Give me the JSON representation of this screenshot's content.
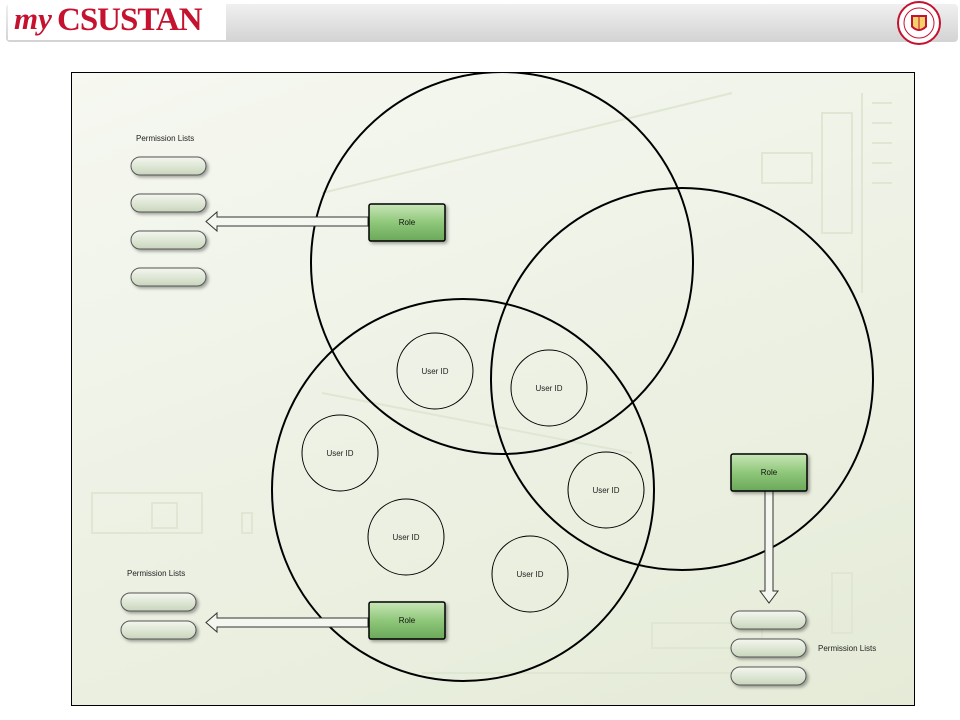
{
  "header": {
    "logo_prefix": "my",
    "logo_main": "CSUSTAN",
    "seal_icon": "university-seal-icon",
    "accent_color": "#c4122f"
  },
  "diagram": {
    "permission_lists_label": "Permission Lists",
    "role_label": "Role",
    "user_id_label": "User ID",
    "role_fill": "#8fc77a",
    "pill_fill": "#dde6d3"
  }
}
